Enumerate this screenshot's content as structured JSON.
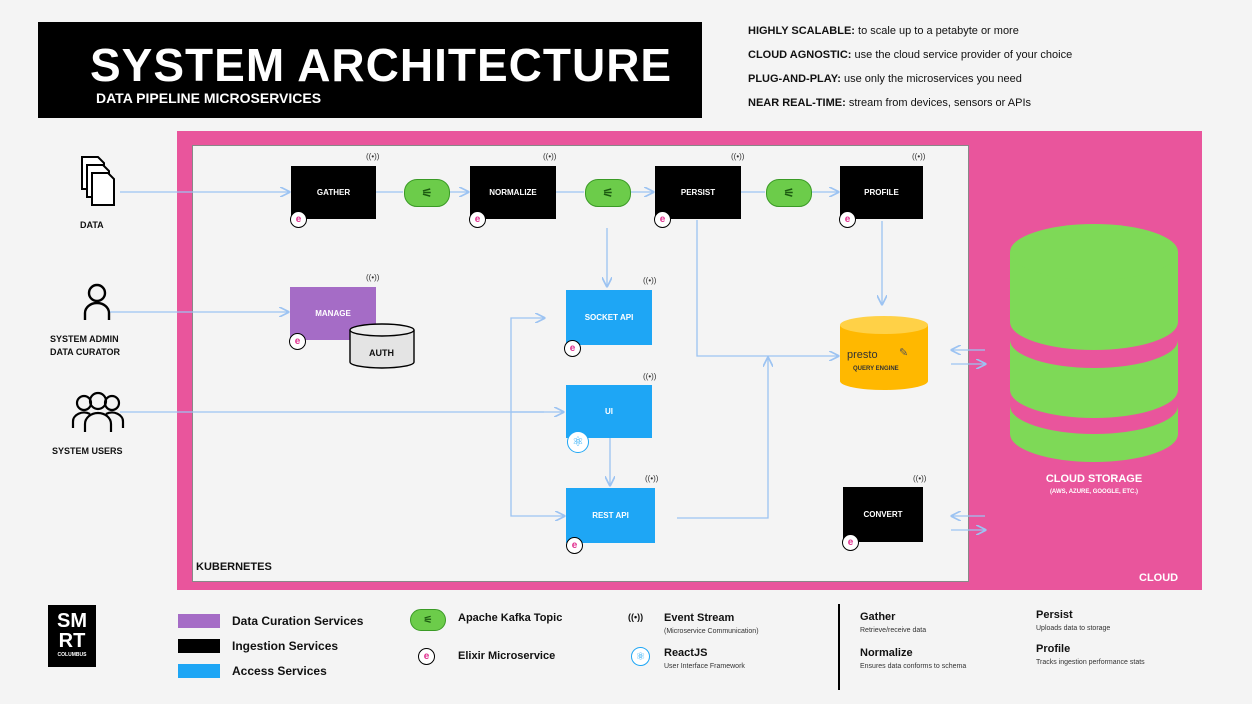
{
  "header": {
    "title": "SYSTEM ARCHITECTURE",
    "subtitle": "DATA PIPELINE MICROSERVICES"
  },
  "features": [
    {
      "label": "HIGHLY SCALABLE:",
      "text": " to scale up to a petabyte or more"
    },
    {
      "label": "CLOUD AGNOSTIC:",
      "text": " use the cloud service provider of your choice"
    },
    {
      "label": "PLUG-AND-PLAY:",
      "text": " use only the microservices you need"
    },
    {
      "label": "NEAR REAL-TIME:",
      "text": " stream from devices, sensors or APIs"
    }
  ],
  "actors": {
    "data": "DATA",
    "admin_line1": "SYSTEM ADMIN",
    "admin_line2": "DATA CURATOR",
    "users": "SYSTEM USERS"
  },
  "services": {
    "gather": "GATHER",
    "normalize": "NORMALIZE",
    "persist": "PERSIST",
    "profile": "PROFILE",
    "manage": "MANAGE",
    "auth": "AUTH",
    "socket_api": "SOCKET API",
    "ui": "UI",
    "rest_api": "REST API",
    "convert": "CONVERT"
  },
  "query_engine": {
    "brand": "presto",
    "label": "QUERY ENGINE"
  },
  "storage": {
    "title": "CLOUD STORAGE",
    "subtitle": "(AWS, AZURE, GOOGLE, ETC.)"
  },
  "regions": {
    "kubernetes": "KUBERNETES",
    "cloud": "CLOUD"
  },
  "logo": {
    "line1": "SM",
    "line2": "RT",
    "line3": "COLUMBUS"
  },
  "legend": {
    "data_curation": "Data Curation Services",
    "ingestion": "Ingestion Services",
    "access": "Access Services",
    "kafka": "Apache Kafka Topic",
    "elixir": "Elixir Microservice",
    "event_stream": "Event Stream",
    "event_stream_sub": "(Microservice Communication)",
    "reactjs": "ReactJS",
    "reactjs_sub": "User Interface Framework"
  },
  "definitions": {
    "gather": "Gather",
    "gather_desc": "Retrieve/receive data",
    "normalize": "Normalize",
    "normalize_desc": "Ensures data conforms to schema",
    "persist": "Persist",
    "persist_desc": "Uploads data to storage",
    "profile": "Profile",
    "profile_desc": "Tracks ingestion performance stats"
  },
  "icons": {
    "elixir_glyph": "e",
    "kafka_glyph": "⚟",
    "stream_glyph": "((•))",
    "react_glyph": "⚛"
  },
  "colors": {
    "cloud": "#e9559c",
    "ingestion": "#000000",
    "access": "#1ea6f5",
    "curation": "#a56cc6",
    "kafka": "#6ccc4a",
    "storage": "#7ed957",
    "query_engine": "#ffb800",
    "arrow": "#9cc3f2"
  }
}
